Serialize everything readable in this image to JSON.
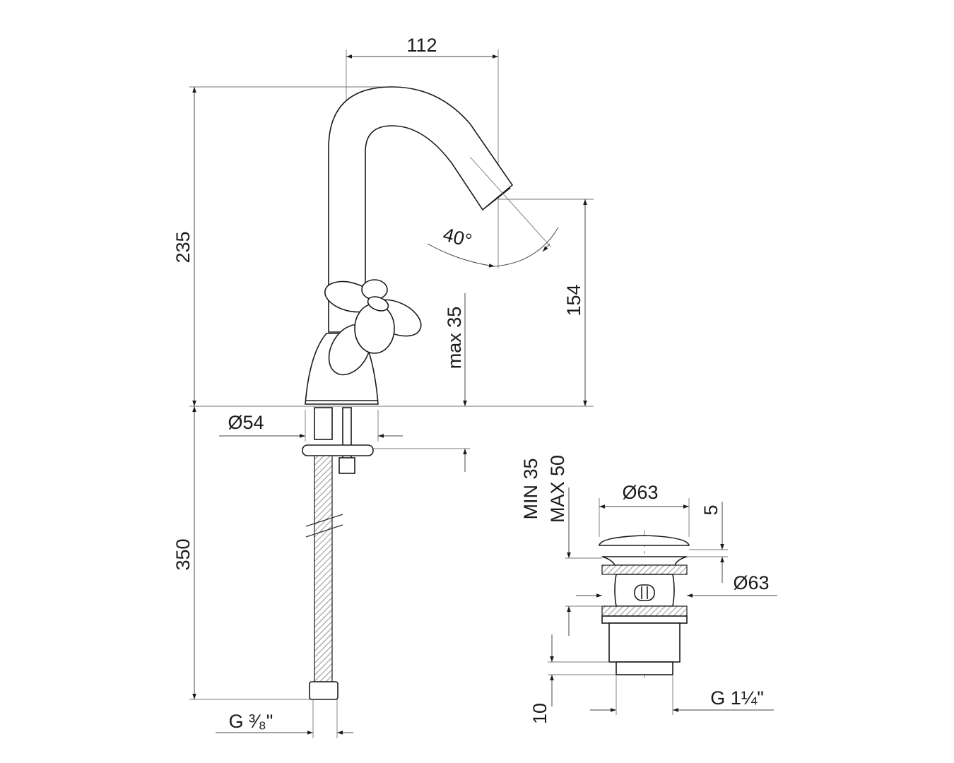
{
  "drawing": {
    "faucet": {
      "spout_reach": "112",
      "total_height": "235",
      "spout_height": "154",
      "swivel_angle": "40°",
      "max_deck_thickness": "max 35",
      "base_diameter": "Ø54",
      "hose_length": "350",
      "connection_thread": "G ³⁄₈\""
    },
    "drain": {
      "deck_range_min": "MIN 35",
      "deck_range_max": "MAX 50",
      "cap_diameter": "Ø63",
      "cap_height": "5",
      "flange_diameter": "Ø63",
      "thread_length": "10",
      "thread": "G 1¼\""
    }
  }
}
